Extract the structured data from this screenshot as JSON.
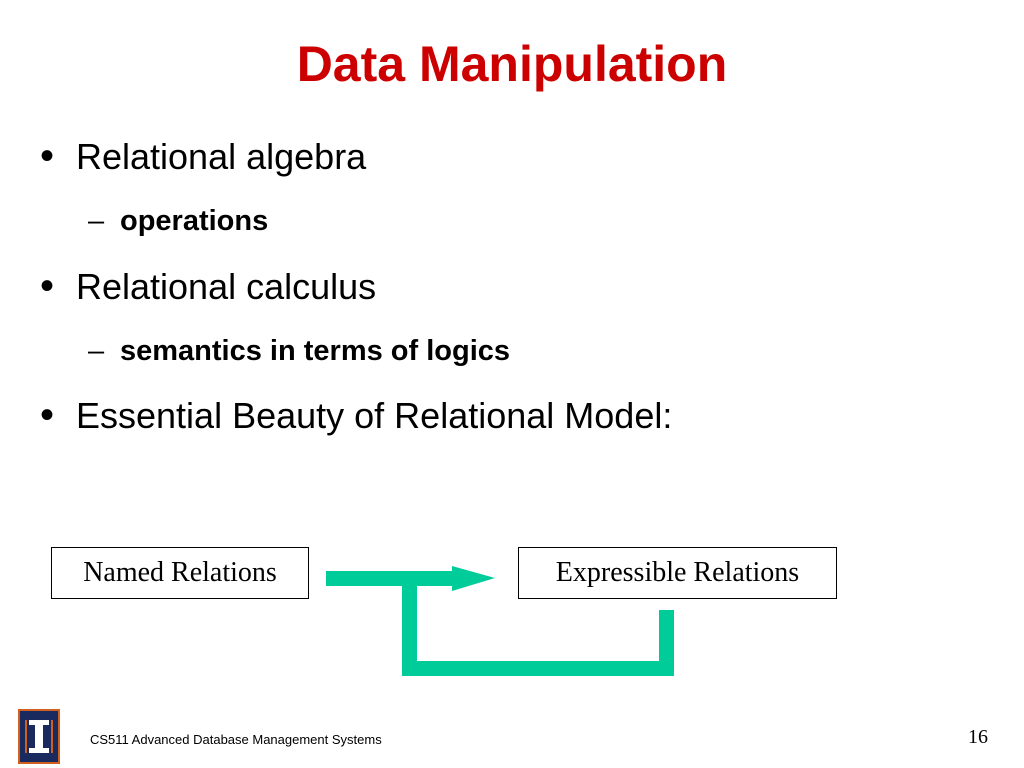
{
  "slide": {
    "title": "Data Manipulation",
    "bullet_symbol": "•",
    "dash_symbol": "–",
    "bullets": [
      {
        "text": "Relational algebra",
        "sub": "operations"
      },
      {
        "text": "Relational calculus",
        "sub": "semantics in terms of logics"
      },
      {
        "text": "Essential Beauty of Relational Model:",
        "sub": null
      }
    ],
    "diagram": {
      "box_left": "Named Relations",
      "box_right": "Expressible Relations",
      "arrow_color": "#00cc99"
    },
    "footer": "CS511 Advanced Database Management Systems",
    "page_number": "16",
    "logo_icon": "illinois-i-logo-icon",
    "colors": {
      "title": "#cc0000",
      "logo_background": "#1a2a5e",
      "logo_accent": "#d06020"
    }
  }
}
